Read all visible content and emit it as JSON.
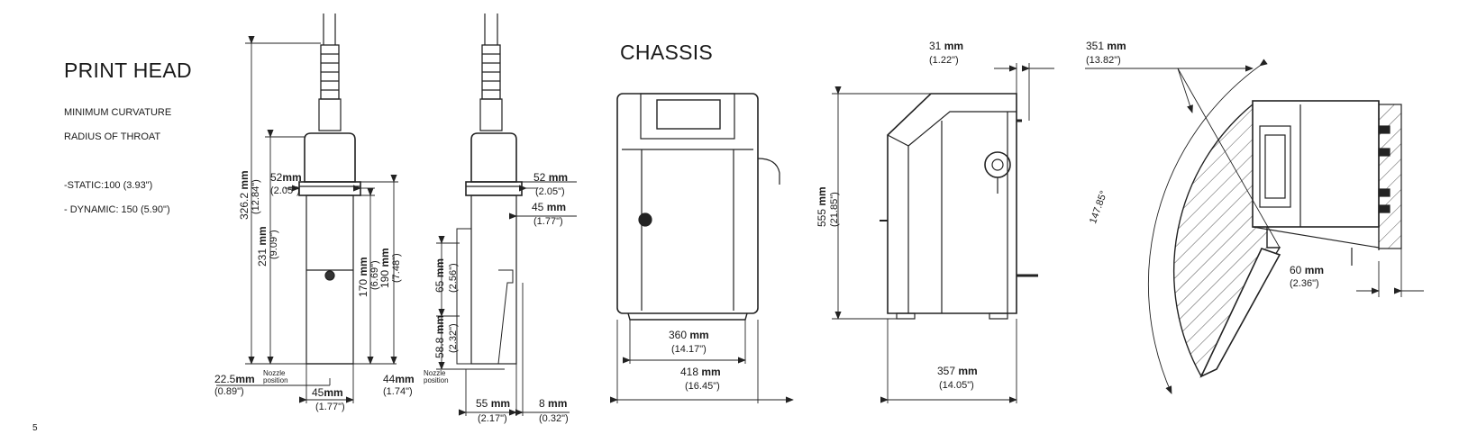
{
  "print_head": {
    "title": "PRINT HEAD",
    "subtitle_line1": "MINIMUM CURVATURE",
    "subtitle_line2": "RADIUS OF THROAT",
    "static": "-STATIC:100 (3.93\")",
    "dynamic": "- DYNAMIC: 150 (5.90\")",
    "front": {
      "h_326": {
        "value": "326.2",
        "unit": "mm",
        "inch": "(12.84\")"
      },
      "h_231": {
        "value": "231",
        "unit": "mm",
        "inch": "(9.09\")"
      },
      "w_52": {
        "value": "52",
        "unit": "mm",
        "inch": "(2.05\")"
      },
      "h_170": {
        "value": "170",
        "unit": "mm",
        "inch": "(6.69\")"
      },
      "h_190": {
        "value": "190",
        "unit": "mm",
        "inch": "(7.48\")"
      },
      "d_22_5": {
        "value": "22.5",
        "unit": "mm",
        "inch": "(0.89\")"
      },
      "nozzle": {
        "line1": "Nozzle",
        "line2": "position"
      },
      "w_45": {
        "value": "45",
        "unit": "mm",
        "inch": "(1.77\")"
      },
      "d_44": {
        "value": "44",
        "unit": "mm",
        "inch": "(1.74\")"
      }
    },
    "side": {
      "w_52": {
        "value": "52",
        "unit": "mm",
        "inch": "(2.05\")"
      },
      "w_45": {
        "value": "45",
        "unit": "mm",
        "inch": "(1.77\")"
      },
      "h_65": {
        "value": "65",
        "unit": "mm",
        "inch": "(2.56\")"
      },
      "h_58_8": {
        "value": "58.8",
        "unit": "mm",
        "inch": "(2.32\")"
      },
      "nozzle": {
        "line1": "Nozzle",
        "line2": "position"
      },
      "w_55": {
        "value": "55",
        "unit": "mm",
        "inch": "(2.17\")"
      },
      "w_8": {
        "value": "8",
        "unit": "mm",
        "inch": "(0.32\")"
      }
    }
  },
  "chassis": {
    "title": "CHASSIS",
    "front": {
      "w_360": {
        "value": "360",
        "unit": "mm",
        "inch": "(14.17\")"
      },
      "w_418": {
        "value": "418",
        "unit": "mm",
        "inch": "(16.45\")"
      }
    },
    "side": {
      "d_31": {
        "value": "31",
        "unit": "mm",
        "inch": "(1.22\")"
      },
      "h_555": {
        "value": "555",
        "unit": "mm",
        "inch": "(21.85\")"
      },
      "w_357": {
        "value": "357",
        "unit": "mm",
        "inch": "(14.05\")"
      }
    },
    "top": {
      "r_351": {
        "value": "351",
        "unit": "mm",
        "inch": "(13.82\")"
      },
      "angle": "147.85°",
      "d_60": {
        "value": "60",
        "unit": "mm",
        "inch": "(2.36\")"
      }
    }
  },
  "page_number": "5"
}
